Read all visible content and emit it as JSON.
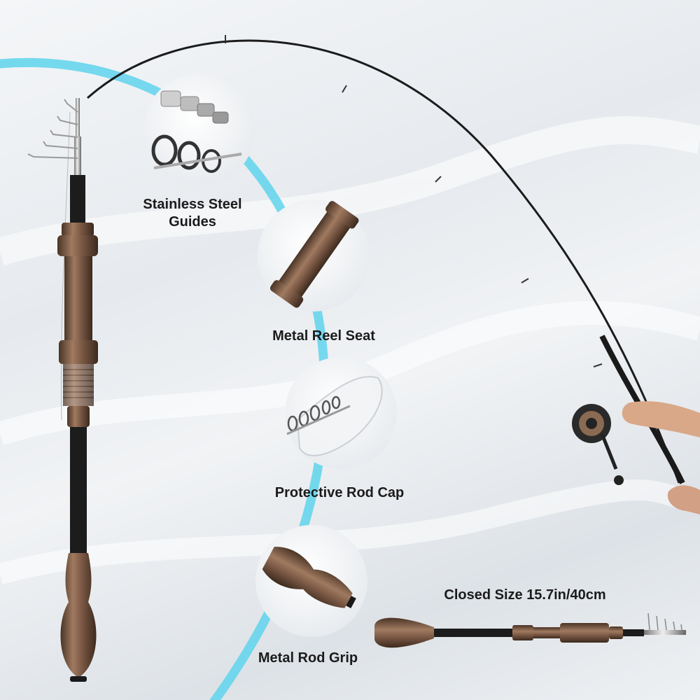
{
  "features": [
    {
      "label": "Stainless Steel\nGuides",
      "icon": "rod-guides-closeup"
    },
    {
      "label": "Metal Reel Seat",
      "icon": "reel-seat-closeup"
    },
    {
      "label": "Protective  Rod Cap",
      "icon": "rod-cap-closeup"
    },
    {
      "label": "Metal Rod Grip",
      "icon": "rod-grip-closeup"
    }
  ],
  "closed_size": "Closed Size 15.7in/40cm",
  "colors": {
    "accent_arc": "#5fd4ec",
    "bronze": "#7a5a45",
    "blank": "#1c1c1c"
  }
}
